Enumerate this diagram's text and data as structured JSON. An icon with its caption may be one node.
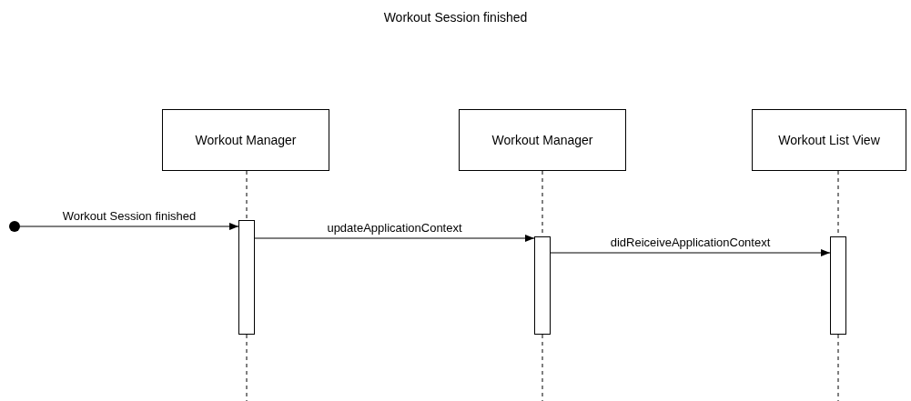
{
  "diagram": {
    "title": "Workout Session finished",
    "nodes": [
      {
        "text": [],
        "shape": "circle"
      },
      {
        "text": [
          "Workout Manager"
        ]
      },
      {
        "text": [
          "Workout Manager"
        ]
      },
      {
        "text": [
          "Workout List View"
        ]
      },
      {
        "text": [],
        "shape": "bar"
      },
      {
        "text": [],
        "shape": "bar"
      },
      {
        "text": [],
        "shape": "bar"
      }
    ],
    "edges": [
      {
        "from": 1,
        "to": 4,
        "arrow": "none",
        "style": "dashed"
      },
      {
        "from": 4,
        "to": null,
        "arrow": "none",
        "style": "dashed"
      },
      {
        "from": 2,
        "to": 5,
        "arrow": "none",
        "style": "dashed"
      },
      {
        "from": 5,
        "to": null,
        "arrow": "none",
        "style": "dashed"
      },
      {
        "from": 3,
        "to": 6,
        "arrow": "none",
        "style": "dashed"
      },
      {
        "from": 6,
        "to": null,
        "arrow": "none",
        "style": "dashed"
      },
      {
        "from": 0,
        "to": 4,
        "arrow": "to",
        "label": "Workout Session finished"
      },
      {
        "from": 4,
        "to": 5,
        "arrow": "to",
        "label": "updateApplicationContext"
      },
      {
        "from": 5,
        "to": 6,
        "arrow": "to",
        "label": "didReiceiveApplicationContext"
      }
    ]
  }
}
